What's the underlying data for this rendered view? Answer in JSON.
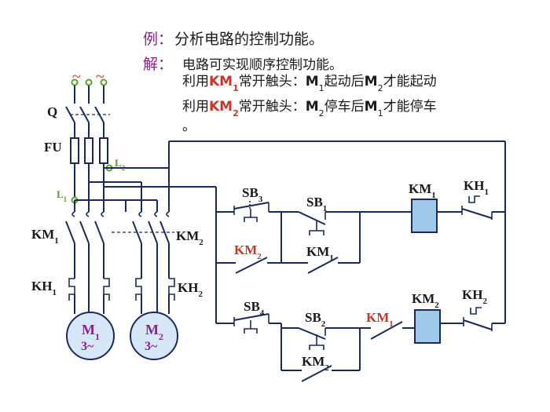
{
  "problem": {
    "example_label": "例：",
    "example_text": "分析电路的控制功能。",
    "solution_label": "解：",
    "solution_text": "电路可实现顺序控制功能。",
    "line1": {
      "p1": "利用",
      "km": "KM",
      "km_sub": "1",
      "p2": "常开触头：",
      "m1": "M",
      "m1_sub": "1",
      "p3": "起动后",
      "m2": "M",
      "m2_sub": "2",
      "p4": "才能起动"
    },
    "line2": {
      "p1": "利用",
      "km": "KM",
      "km_sub": "2",
      "p2": "常开触头：",
      "m1": "M",
      "m1_sub": "2",
      "p3": "停车后",
      "m2": "M",
      "m2_sub": "1",
      "p4": "才能停车"
    },
    "dot": "。"
  },
  "power": {
    "supply_symbol": "~",
    "q": "Q",
    "fu": "FU",
    "l1": "L",
    "l1_sub": "1",
    "l2": "L",
    "l2_sub": "2",
    "km1": "KM",
    "km1_sub": "1",
    "km2": "KM",
    "km2_sub": "2",
    "kh1": "KH",
    "kh1_sub": "1",
    "kh2": "KH",
    "kh2_sub": "2",
    "m1": "M",
    "m1_sub": "1",
    "m1_phase": "3~",
    "m2": "M",
    "m2_sub": "2",
    "m2_phase": "3~"
  },
  "control": {
    "sb3": "SB",
    "sb3_sub": "3",
    "sb1": "SB",
    "sb1_sub": "1",
    "km1_coil": "KM",
    "km1_coil_sub": "1",
    "kh1": "KH",
    "kh1_sub": "1",
    "km2_aux": "KM",
    "km2_aux_sub": "2",
    "km1_aux": "KM",
    "km1_aux_sub": "1",
    "sb4": "SB",
    "sb4_sub": "4",
    "sb2": "SB",
    "sb2_sub": "2",
    "km1_series": "KM",
    "km1_series_sub": "1",
    "km2_coil": "KM",
    "km2_coil_sub": "2",
    "kh2": "KH",
    "kh2_sub": "2",
    "km2_hold": "KM",
    "km2_hold_sub": "2"
  }
}
